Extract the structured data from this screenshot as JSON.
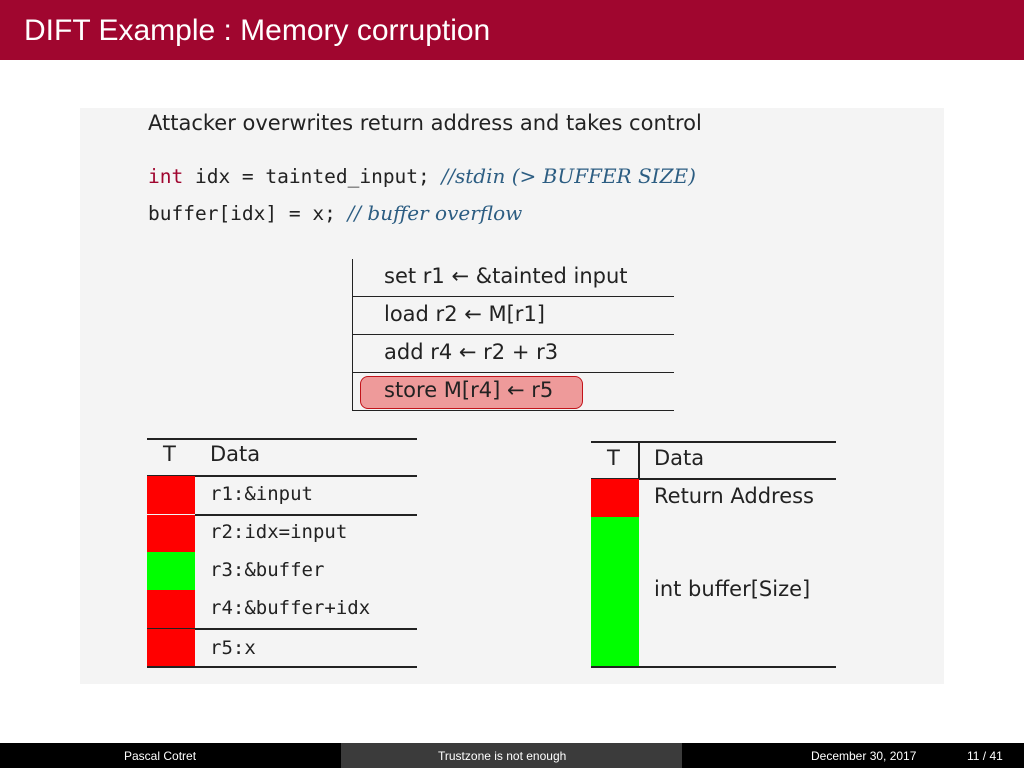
{
  "header": {
    "title": "DIFT Example : Memory corruption"
  },
  "slide": {
    "caption": "Attacker overwrites return address and takes control",
    "code": [
      {
        "kw": "int",
        "rest": " idx = tainted_input; ",
        "comment": "//stdin (> BUFFER SIZE)"
      },
      {
        "kw": "",
        "rest": "buffer[idx] = x; ",
        "comment": "// buffer overflow"
      }
    ],
    "instructions": [
      "set r1 ← &tainted input",
      "load r2 ← M[r1]",
      "add r4 ← r2 + r3",
      "store M[r4] ← r5"
    ],
    "registers": {
      "headers": [
        "T",
        "Data"
      ],
      "rows": [
        {
          "label": "r1:&input",
          "taint": "red"
        },
        {
          "label": "r2:idx=input",
          "taint": "red"
        },
        {
          "label": "r3:&buffer",
          "taint": "green"
        },
        {
          "label": "r4:&buffer+idx",
          "taint": "red"
        },
        {
          "label": "r5:x",
          "taint": "red"
        }
      ]
    },
    "memory": {
      "headers": [
        "T",
        "Data"
      ],
      "rows": [
        {
          "label": "Return Address",
          "taint": "red"
        },
        {
          "label": "int buffer[Size]",
          "taint": "green"
        }
      ]
    }
  },
  "footer": {
    "author": "Pascal Cotret",
    "title": "Trustzone is not enough",
    "date": "December 30, 2017",
    "page": "11 / 41"
  },
  "colors": {
    "header": "#a0062f",
    "taint_red": "#ff0000",
    "taint_green": "#00ff00",
    "highlight_fill": "#ee9a9a",
    "highlight_border": "#c2131a"
  }
}
